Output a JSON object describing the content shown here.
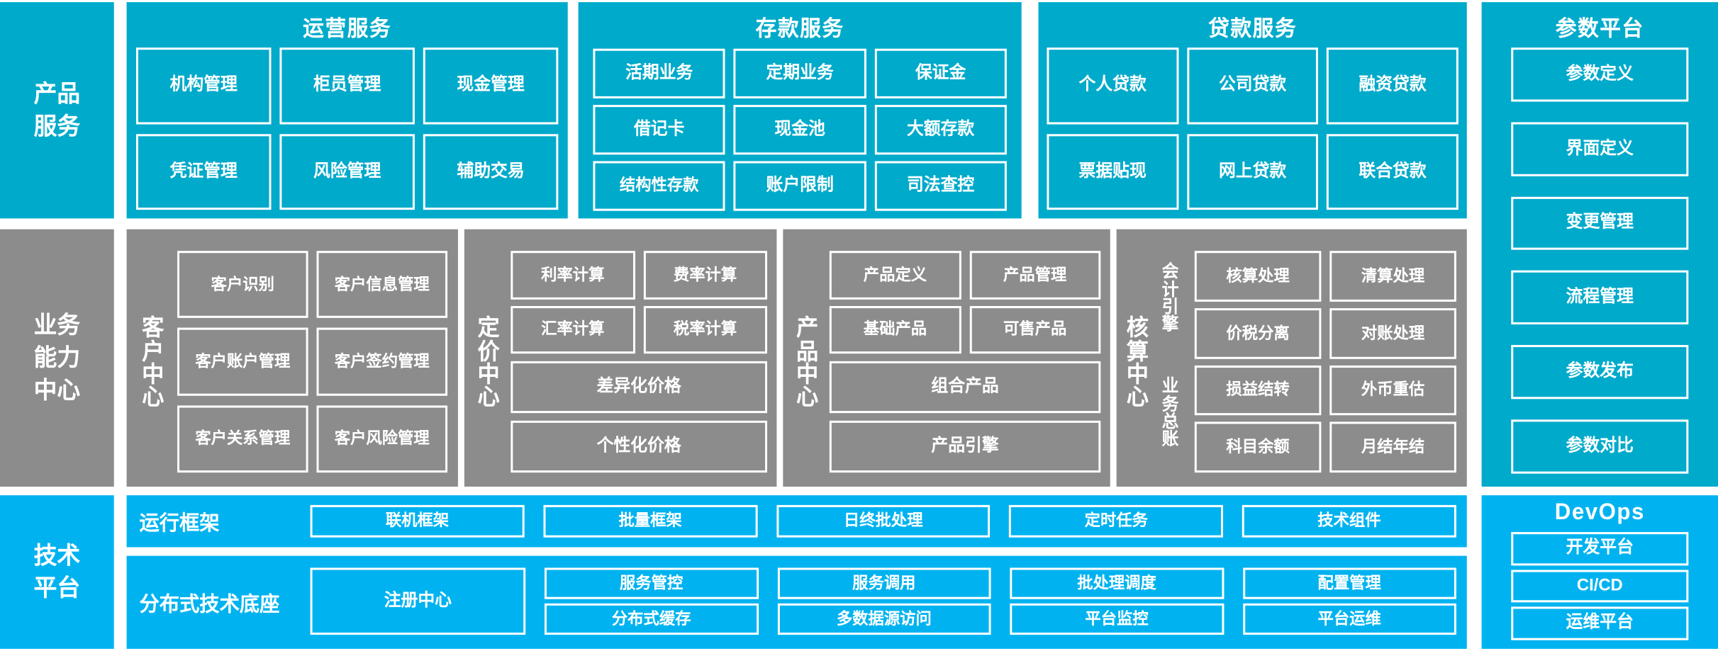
{
  "colors": {
    "teal": "#00AACA",
    "gray": "#8C8C8C",
    "blue": "#00B3F0",
    "border": "#FFFFFF",
    "text": "#FFFFFF",
    "background": "#FFFFFF"
  },
  "layers": {
    "product_service": {
      "spine_label": "产品\n服务",
      "spine_lines": [
        "产品",
        "服务"
      ],
      "groups": [
        {
          "title": "运营服务",
          "items": [
            "机构管理",
            "柜员管理",
            "现金管理",
            "凭证管理",
            "风险管理",
            "辅助交易"
          ]
        },
        {
          "title": "存款服务",
          "items": [
            "活期业务",
            "定期业务",
            "保证金",
            "借记卡",
            "现金池",
            "大额存款",
            "结构性存款",
            "账户限制",
            "司法查控"
          ]
        },
        {
          "title": "贷款服务",
          "items": [
            "个人贷款",
            "公司贷款",
            "融资贷款",
            "票据贴现",
            "网上贷款",
            "联合贷款"
          ]
        }
      ]
    },
    "business_capability": {
      "spine_lines": [
        "业务",
        "能力",
        "中心"
      ],
      "centers": [
        {
          "vlabel": "客户中心",
          "vlabel_chars": [
            "客",
            "户",
            "中",
            "心"
          ],
          "rows": [
            [
              "客户识别",
              "客户信息管理"
            ],
            [
              "客户账户管理",
              "客户签约管理"
            ],
            [
              "客户关系管理",
              "客户风险管理"
            ]
          ]
        },
        {
          "vlabel": "定价中心",
          "vlabel_chars": [
            "定",
            "价",
            "中",
            "心"
          ],
          "rows": [
            [
              "利率计算",
              "费率计算"
            ],
            [
              "汇率计算",
              "税率计算"
            ]
          ],
          "wide": [
            "差异化价格",
            "个性化价格"
          ]
        },
        {
          "vlabel": "产品中心",
          "vlabel_chars": [
            "产",
            "品",
            "中",
            "心"
          ],
          "rows": [
            [
              "产品定义",
              "产品管理"
            ],
            [
              "基础产品",
              "可售产品"
            ]
          ],
          "wide": [
            "组合产品",
            "产品引擎"
          ]
        },
        {
          "vlabel": "核算中心",
          "vlabel_chars": [
            "核",
            "算",
            "中",
            "心"
          ],
          "sublabels": [
            {
              "chars": [
                "会",
                "计",
                "引",
                "擎"
              ],
              "text": "会计引擎"
            },
            {
              "chars": [
                "业",
                "务",
                "总",
                "账"
              ],
              "text": "业务总账"
            }
          ],
          "rows": [
            [
              "核算处理",
              "清算处理"
            ],
            [
              "价税分离",
              "对账处理"
            ],
            [
              "损益结转",
              "外币重估"
            ],
            [
              "科目余额",
              "月结年结"
            ]
          ]
        }
      ]
    },
    "technical_platform": {
      "spine_lines": [
        "技术",
        "平台"
      ],
      "bands": [
        {
          "label": "运行框架",
          "items": [
            "联机框架",
            "批量框架",
            "日终批处理",
            "定时任务",
            "技术组件"
          ]
        },
        {
          "label": "分布式技术底座",
          "single": "注册中心",
          "pairs": [
            [
              "服务管控",
              "分布式缓存"
            ],
            [
              "服务调用",
              "多数据源访问"
            ],
            [
              "批处理调度",
              "平台监控"
            ],
            [
              "配置管理",
              "平台运维"
            ]
          ]
        }
      ]
    }
  },
  "right_rail": {
    "parameter_platform": {
      "title": "参数平台",
      "items": [
        "参数定义",
        "界面定义",
        "变更管理",
        "流程管理",
        "参数发布",
        "参数对比"
      ]
    },
    "devops": {
      "title": "DevOps",
      "items": [
        "开发平台",
        "CI/CD",
        "运维平台"
      ]
    }
  }
}
